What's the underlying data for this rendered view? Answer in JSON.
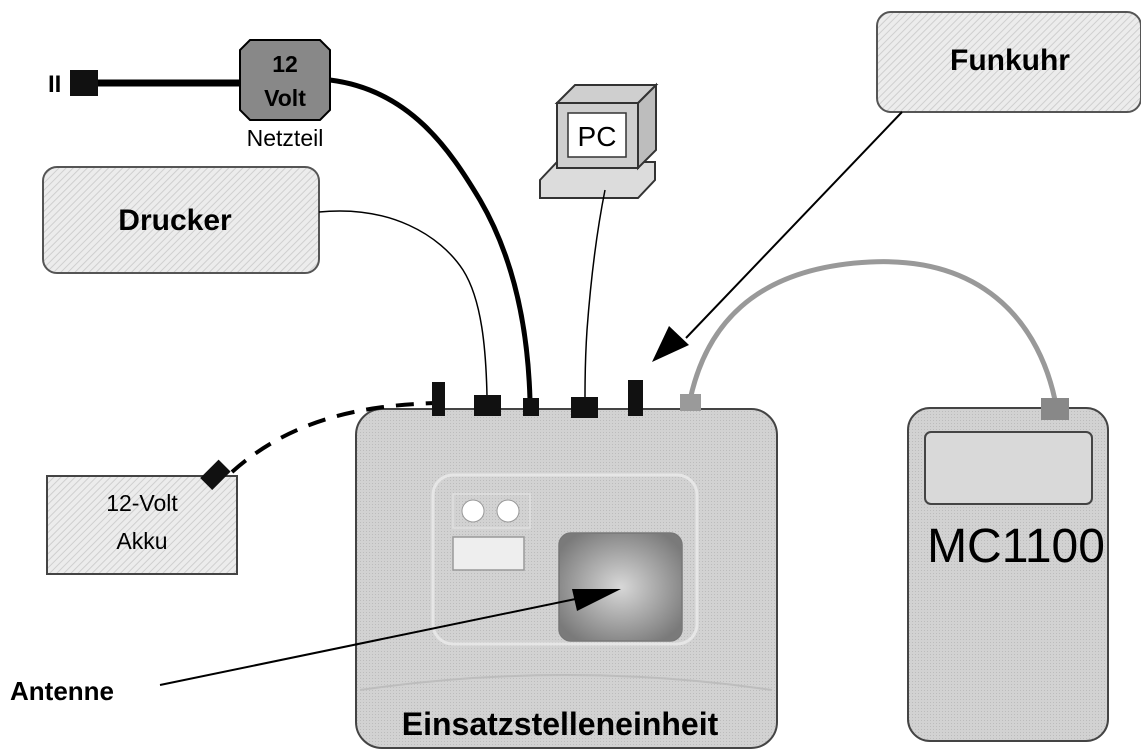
{
  "power_supply": {
    "line1": "12",
    "line2": "Volt",
    "caption": "Netzteil",
    "plug_label": "II"
  },
  "printer": {
    "label": "Drucker"
  },
  "pc": {
    "label": "PC"
  },
  "radio_clock": {
    "label": "Funkuhr"
  },
  "battery": {
    "line1": "12-Volt",
    "line2": "Akku"
  },
  "handheld": {
    "label": "MC1100"
  },
  "antenna": {
    "label": "Antenne"
  },
  "main_unit": {
    "label": "Einsatzstelleneinheit"
  }
}
